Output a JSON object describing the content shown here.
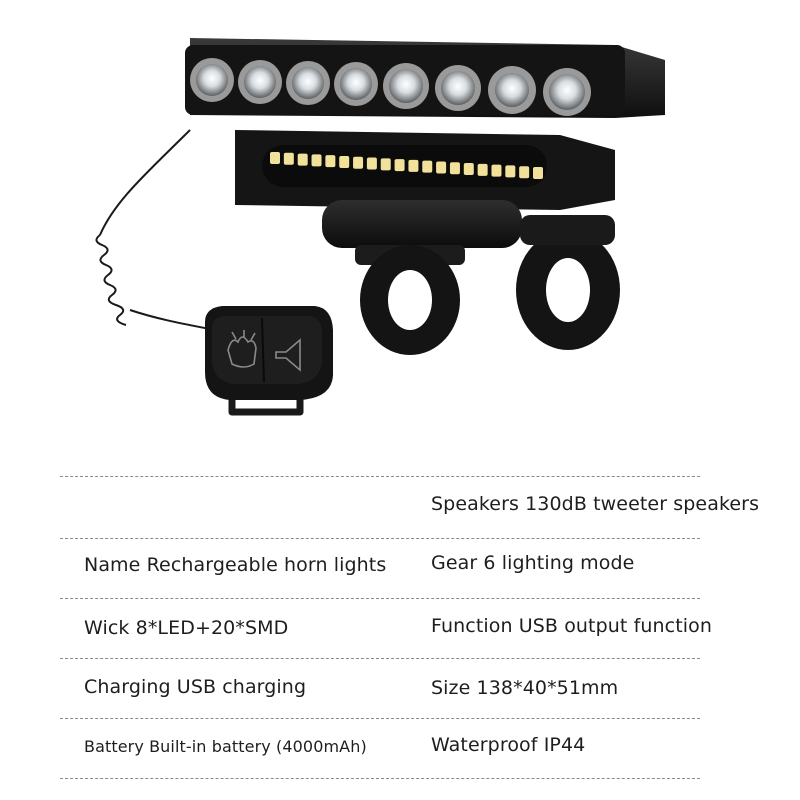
{
  "product": {
    "image_label": "bike-light-horn-with-remote"
  },
  "specs": {
    "speakers": "Speakers 130dB tweeter speakers",
    "name": "Name Rechargeable horn lights",
    "gear": "Gear 6 lighting mode",
    "wick": "Wick 8*LED+20*SMD",
    "function": "Function USB output function",
    "charging": "Charging USB charging",
    "size": "Size 138*40*51mm",
    "battery": "Battery Built-in battery (4000mAh)",
    "waterproof": "Waterproof IP44"
  },
  "colors": {
    "body": "#1a1a1a",
    "led_ring": "#c8c8c8",
    "smd_strip": "#f2e19a",
    "divider": "#8a8a8a"
  }
}
